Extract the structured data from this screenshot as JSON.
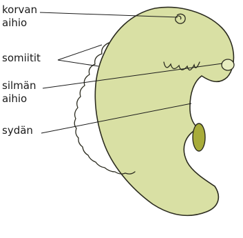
{
  "labels": {
    "ear": {
      "line1": "korvan",
      "line2": "aihio"
    },
    "somites": "somiitit",
    "eye": {
      "line1": "silmän",
      "line2": "aihio"
    },
    "heart": "sydän"
  },
  "colors": {
    "body_fill": "#d9e0a4",
    "body_stroke": "#2b2b1f",
    "heart_stub_fill": "#a8ac3a",
    "text": "#1a1a1a",
    "leader": "#1a1a1a"
  }
}
